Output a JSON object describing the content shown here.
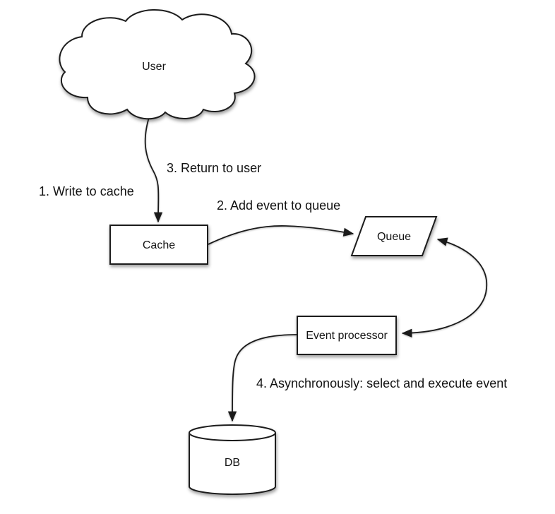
{
  "diagram": {
    "type": "flow-diagram",
    "colors": {
      "background": "#ffffff",
      "node_fill": "#ffffff",
      "stroke": "#1c1c1c",
      "text": "#141414"
    },
    "nodes": {
      "user": {
        "label": "User",
        "shape": "cloud"
      },
      "cache": {
        "label": "Cache",
        "shape": "rectangle"
      },
      "queue": {
        "label": "Queue",
        "shape": "parallelogram"
      },
      "event_processor": {
        "label": "Event processor",
        "shape": "rectangle"
      },
      "db": {
        "label": "DB",
        "shape": "cylinder"
      }
    },
    "edges": {
      "write_to_cache": {
        "label": "1. Write to cache",
        "from": "user",
        "to": "cache"
      },
      "add_event_to_queue": {
        "label": "2. Add event to queue",
        "from": "cache",
        "to": "queue"
      },
      "return_to_user": {
        "label": "3. Return to user",
        "from": "cache",
        "to": "user"
      },
      "queue_processor_link": {
        "label": "",
        "from": "queue",
        "to": "event_processor",
        "bidirectional": true
      },
      "async_execute": {
        "label": "4. Asynchronously: select and execute event",
        "from": "event_processor",
        "to": "db"
      }
    }
  }
}
